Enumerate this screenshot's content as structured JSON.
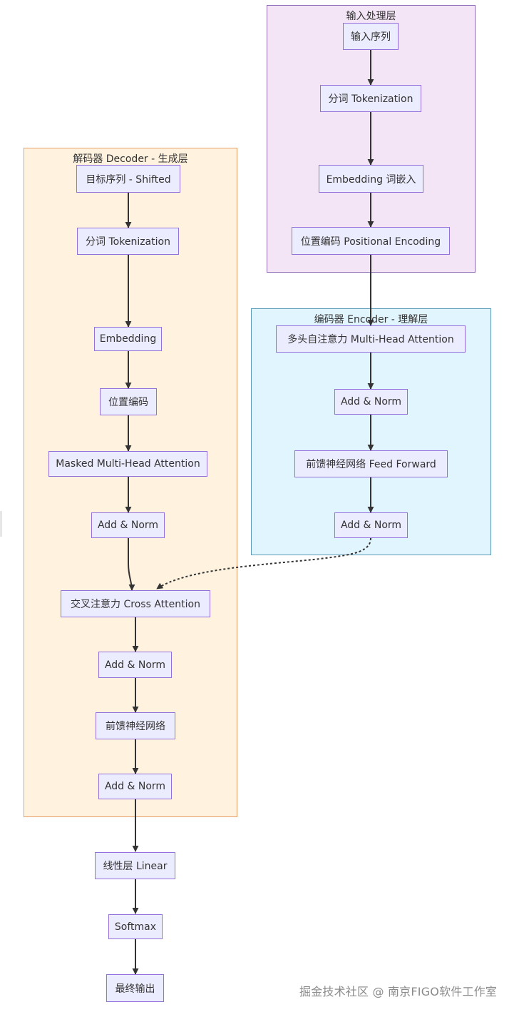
{
  "colors": {
    "node_fill": "#ECECFF",
    "node_border": "#9370DB",
    "edge": "#333333",
    "input_cluster_fill": "#F3E5F5",
    "input_cluster_border": "#8E6DB6",
    "encoder_cluster_fill": "#E1F5FE",
    "encoder_cluster_border": "#5B9BB5",
    "decoder_cluster_fill": "#FFF3E0",
    "decoder_cluster_border": "#E8A06A"
  },
  "clusters": {
    "input": {
      "title": "输入处理层"
    },
    "encoder": {
      "title": "编码器 Encoder - 理解层"
    },
    "decoder": {
      "title": "解码器 Decoder - 生成层"
    }
  },
  "nodes": {
    "in_seq": "输入序列",
    "in_tok": "分词 Tokenization",
    "in_emb": "Embedding 词嵌入",
    "in_pos": "位置编码 Positional Encoding",
    "enc_mha": "多头自注意力 Multi-Head Attention",
    "enc_an1": "Add & Norm",
    "enc_ff": "前馈神经网络 Feed Forward",
    "enc_an2": "Add & Norm",
    "dec_seq": "目标序列 - Shifted",
    "dec_tok": "分词 Tokenization",
    "dec_emb": "Embedding",
    "dec_pos": "位置编码",
    "dec_mmha": "Masked Multi-Head Attention",
    "dec_an1": "Add & Norm",
    "dec_cross": "交叉注意力 Cross Attention",
    "dec_an2": "Add & Norm",
    "dec_ff": "前馈神经网络",
    "dec_an3": "Add & Norm",
    "linear": "线性层 Linear",
    "softmax": "Softmax",
    "output": "最终输出"
  },
  "edges": [
    {
      "from": "in_seq",
      "to": "in_tok",
      "style": "solid"
    },
    {
      "from": "in_tok",
      "to": "in_emb",
      "style": "solid"
    },
    {
      "from": "in_emb",
      "to": "in_pos",
      "style": "solid"
    },
    {
      "from": "in_pos",
      "to": "enc_mha",
      "style": "solid"
    },
    {
      "from": "enc_mha",
      "to": "enc_an1",
      "style": "solid"
    },
    {
      "from": "enc_an1",
      "to": "enc_ff",
      "style": "solid"
    },
    {
      "from": "enc_ff",
      "to": "enc_an2",
      "style": "solid"
    },
    {
      "from": "enc_an2",
      "to": "dec_cross",
      "style": "dotted"
    },
    {
      "from": "dec_seq",
      "to": "dec_tok",
      "style": "solid"
    },
    {
      "from": "dec_tok",
      "to": "dec_emb",
      "style": "solid"
    },
    {
      "from": "dec_emb",
      "to": "dec_pos",
      "style": "solid"
    },
    {
      "from": "dec_pos",
      "to": "dec_mmha",
      "style": "solid"
    },
    {
      "from": "dec_mmha",
      "to": "dec_an1",
      "style": "solid"
    },
    {
      "from": "dec_an1",
      "to": "dec_cross",
      "style": "solid"
    },
    {
      "from": "dec_cross",
      "to": "dec_an2",
      "style": "solid"
    },
    {
      "from": "dec_an2",
      "to": "dec_ff",
      "style": "solid"
    },
    {
      "from": "dec_ff",
      "to": "dec_an3",
      "style": "solid"
    },
    {
      "from": "dec_an3",
      "to": "linear",
      "style": "solid"
    },
    {
      "from": "linear",
      "to": "softmax",
      "style": "solid"
    },
    {
      "from": "softmax",
      "to": "output",
      "style": "solid"
    }
  ],
  "watermark": "掘金技术社区 @ 南京FIGO软件工作室"
}
